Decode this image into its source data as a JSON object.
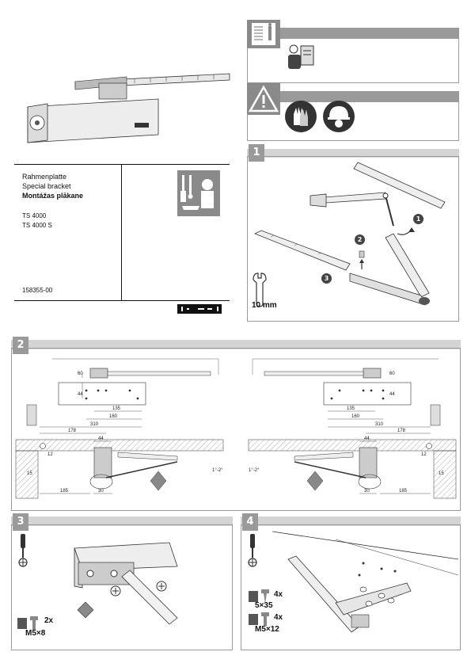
{
  "header": {
    "title_de": "Rahmenplatte",
    "title_en": "Special bracket",
    "title_fi": "Montážas plākane",
    "model_1": "TS 4000",
    "model_2": "TS 4000 S",
    "doc_number": "158355-00"
  },
  "step1": {
    "number": "1",
    "callouts": [
      "1",
      "2",
      "3"
    ],
    "wrench_size": "10 mm"
  },
  "step2": {
    "number": "2",
    "left_top_dims": [
      "60",
      "44",
      "135",
      "160",
      "310"
    ],
    "left_bottom_dims": [
      "178",
      "44",
      "12",
      "15",
      "185",
      "30",
      "1°-2°"
    ],
    "right_top_dims": [
      "60",
      "44",
      "135",
      "160",
      "310"
    ],
    "right_bottom_dims": [
      "44",
      "178",
      "12",
      "15",
      "30",
      "185",
      "1°-2°"
    ]
  },
  "step3": {
    "number": "3",
    "screw_qty": "2x",
    "screw_size": "M5×8"
  },
  "step4": {
    "number": "4",
    "screw1_qty": "4x",
    "screw1_size": "5×35",
    "screw2_qty": "4x",
    "screw2_size": "M5×12"
  },
  "icons": {
    "info": "info-book-icon",
    "warning": "warning-triangle-icon",
    "gloves": "gloves-icon",
    "helmet": "helmet-icon",
    "tools": "tools-icon"
  }
}
